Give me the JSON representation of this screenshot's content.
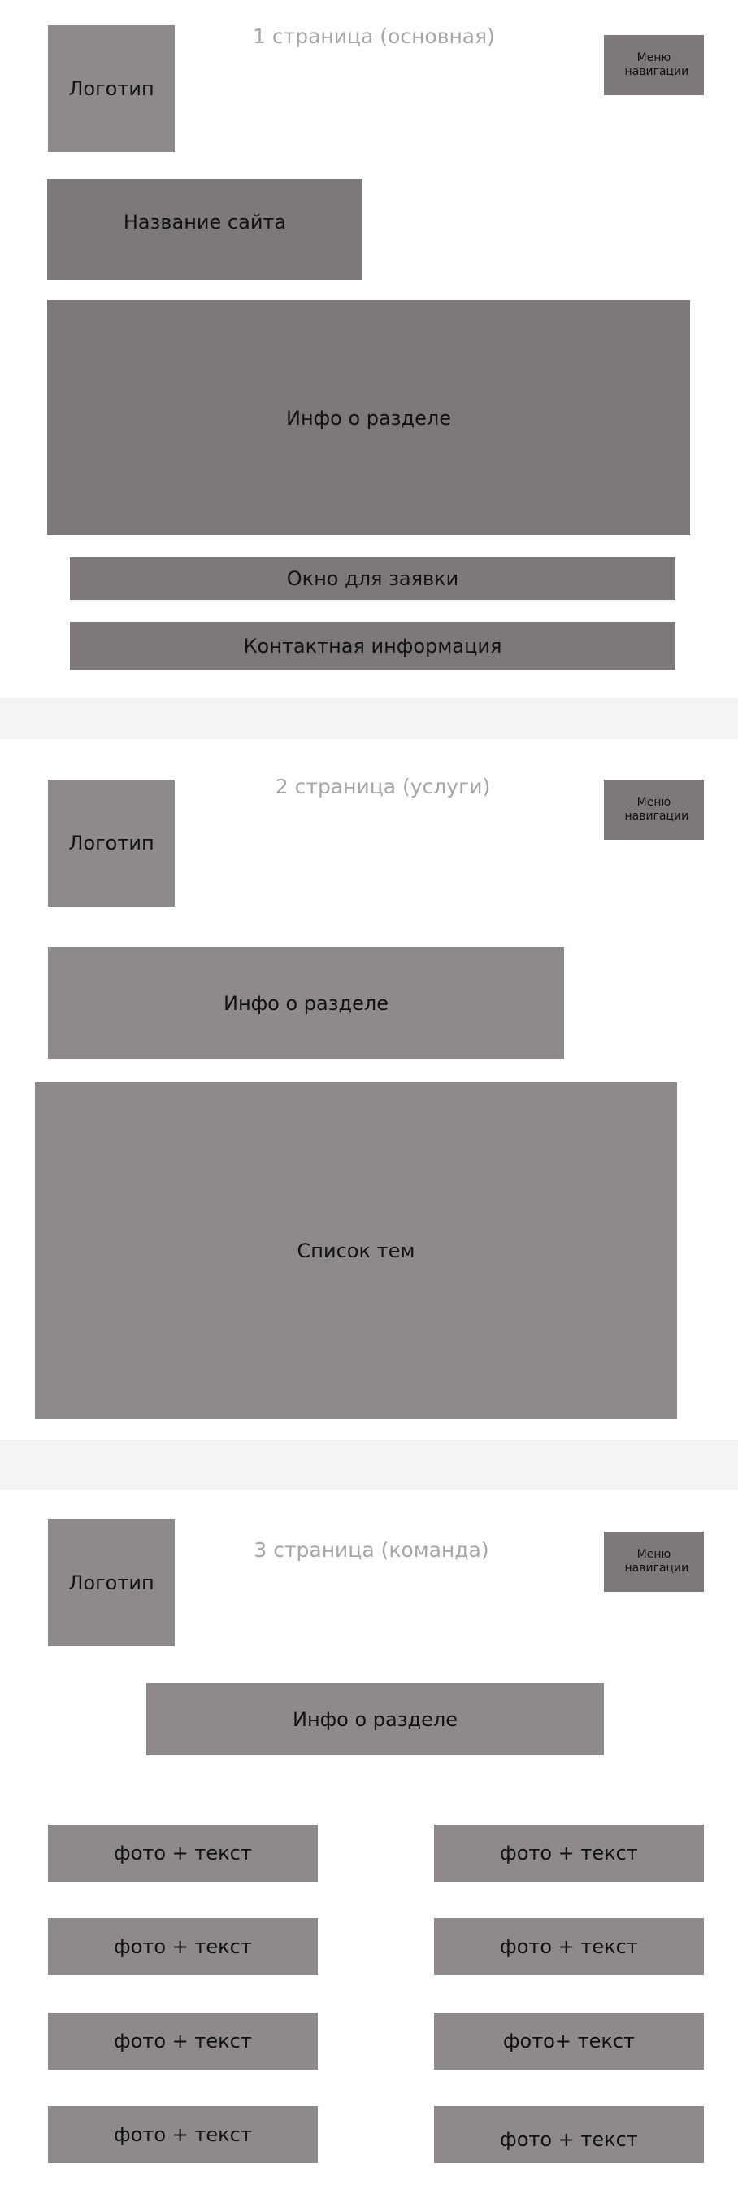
{
  "pages": [
    {
      "title": "1 страница (основная)",
      "logo": "Логотип",
      "nav_menu": "Меню навигации",
      "site_name": "Название сайта",
      "section_info": "Инфо о разделе",
      "request_window": "Окно для заявки",
      "contact_info": "Контактная информация"
    },
    {
      "title": "2 страница (услуги)",
      "logo": "Логотип",
      "nav_menu": "Меню навигации",
      "section_info": "Инфо о разделе",
      "topic_list": "Список тем"
    },
    {
      "title": "3 страница (команда)",
      "logo": "Логотип",
      "nav_menu": "Меню навигации",
      "section_info": "Инфо о разделе",
      "team_cards": [
        "фото + текст",
        "фото + текст",
        "фото + текст",
        "фото + текст",
        "фото + текст",
        "фото+ текст",
        "фото + текст",
        "фото + текст"
      ]
    }
  ],
  "colors": {
    "background": "#ffffff",
    "separator": "#f4f4f4",
    "block_dark": "#7d7979",
    "block_light": "#8e8a8b",
    "page_title": "#a6a6a6",
    "block_text": "#111111"
  }
}
